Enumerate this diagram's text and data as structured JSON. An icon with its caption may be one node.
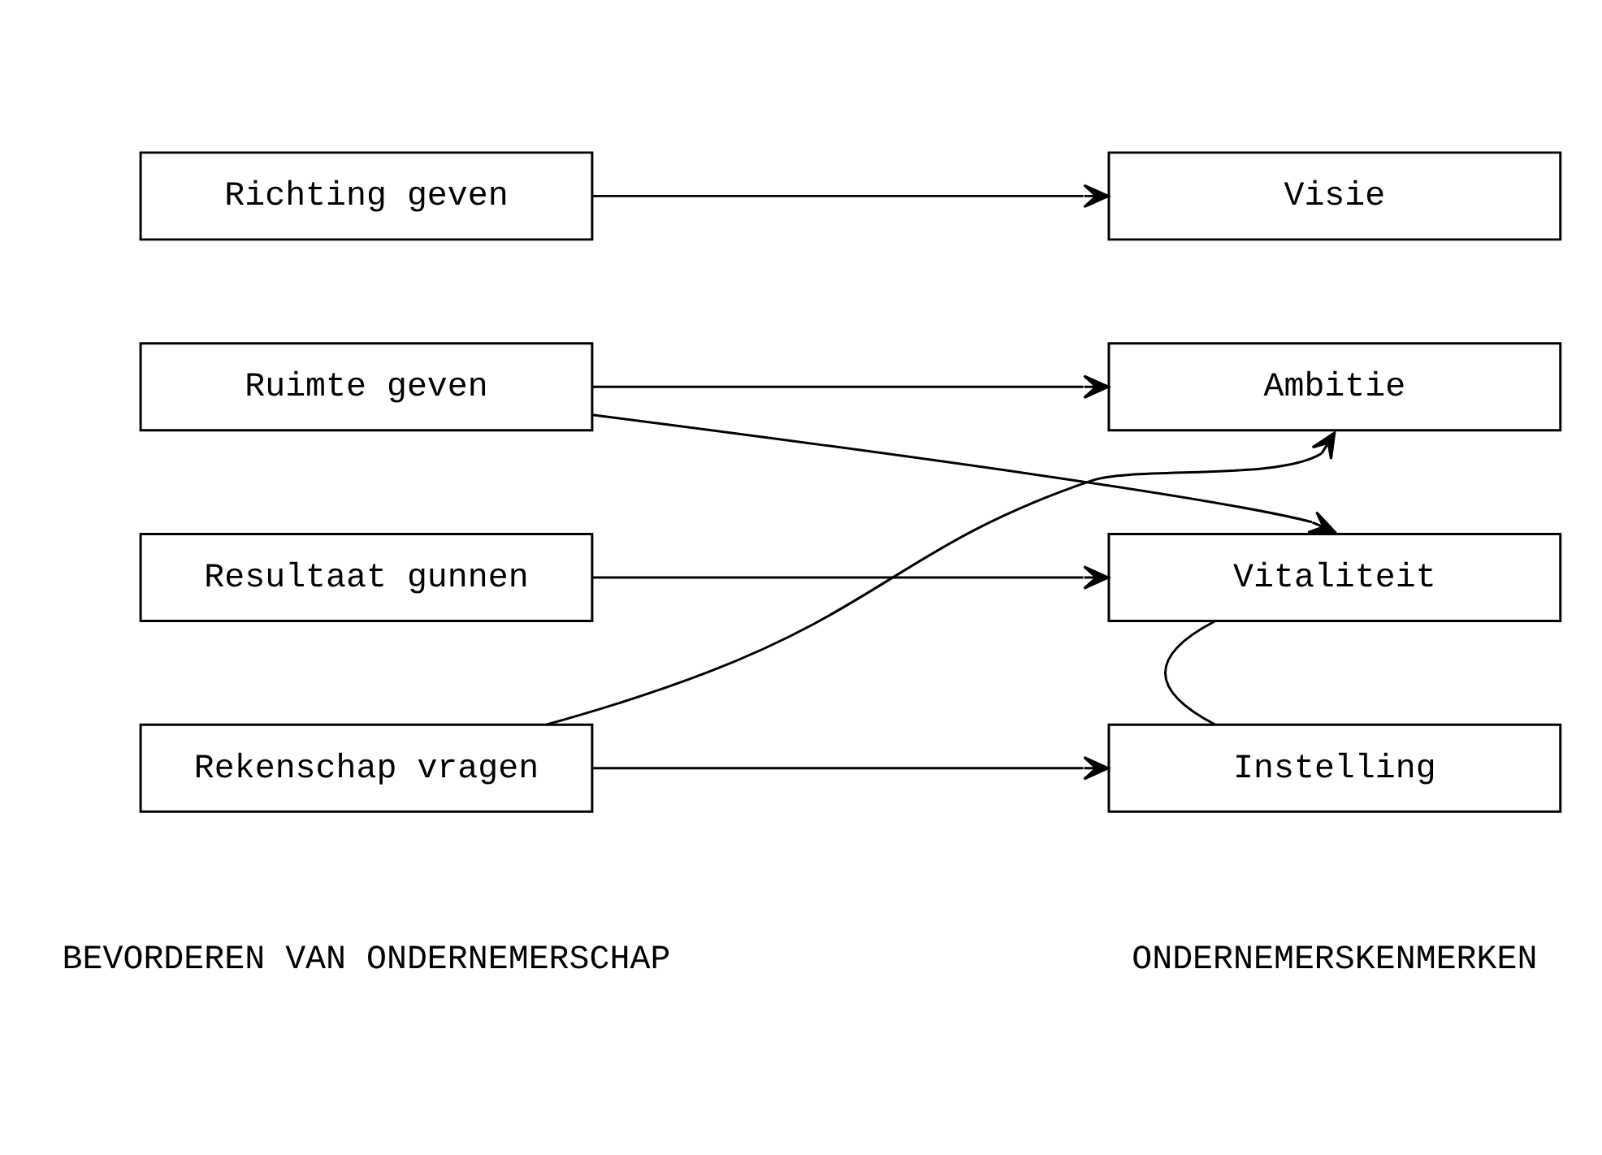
{
  "diagram": {
    "nodes": [
      {
        "text": [
          "Richting geven"
        ]
      },
      {
        "text": [
          "Ruimte geven"
        ]
      },
      {
        "text": [
          "Resultaat gunnen"
        ]
      },
      {
        "text": [
          "Rekenschap vragen"
        ]
      },
      {
        "text": [
          "Visie"
        ]
      },
      {
        "text": [
          "Ambitie"
        ]
      },
      {
        "text": [
          "Vitaliteit"
        ]
      },
      {
        "text": [
          "Instelling"
        ]
      }
    ],
    "edges": [
      {
        "from": 0,
        "to": 4,
        "arrow": "to"
      },
      {
        "from": 1,
        "to": 5,
        "arrow": "to"
      },
      {
        "from": 1,
        "to": 6,
        "arrow": "to"
      },
      {
        "from": 2,
        "to": 6,
        "arrow": "to"
      },
      {
        "from": 3,
        "to": 7,
        "arrow": "to"
      },
      {
        "from": 3,
        "to": 5,
        "arrow": "to"
      },
      {
        "from": 6,
        "to": 7,
        "arrow": "none"
      }
    ],
    "labels": [
      "BEVORDEREN VAN ONDERNEMERSCHAP",
      "ONDERNEMERSKENMERKEN"
    ]
  }
}
